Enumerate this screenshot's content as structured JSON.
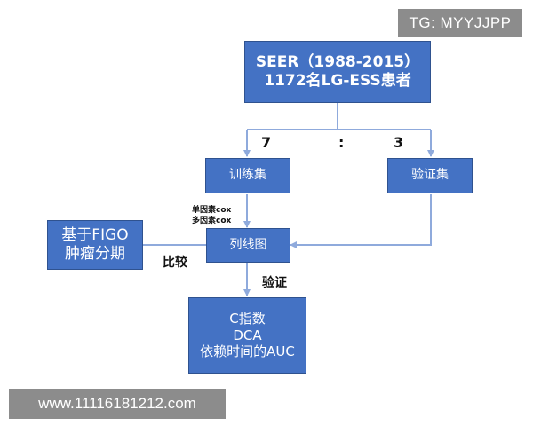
{
  "watermarks": {
    "top": "TG: MYYJJPP",
    "bottom": "www.11116181212.com"
  },
  "nodes": {
    "source": {
      "line1": "SEER（1988-2015）",
      "line2": "1172名LG-ESS患者"
    },
    "train": "训练集",
    "valid": "验证集",
    "nomogram": "列线图",
    "figo": {
      "line1": "基于FIGO",
      "line2": "肿瘤分期"
    },
    "metrics": {
      "line1": "C指数",
      "line2": "DCA",
      "line3": "依赖时间的AUC"
    }
  },
  "labels": {
    "ratio_left": "7",
    "ratio_sep": ":",
    "ratio_right": "3",
    "univariate": "单因素cox",
    "multivariate": "多因素cox",
    "compare": "比较",
    "validate": "验证"
  },
  "colors": {
    "box_fill": "#4472c4",
    "box_border": "#2f528f",
    "connector": "#8faadc"
  }
}
